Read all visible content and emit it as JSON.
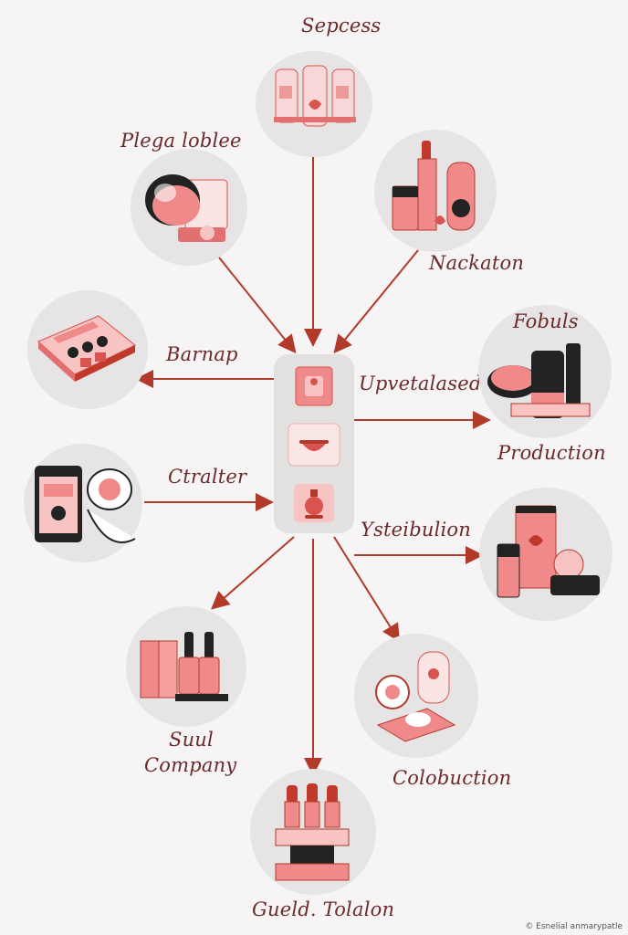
{
  "labels": {
    "top": "Sepcess",
    "upper_left": "Plega loblee",
    "upper_right": "Nackaton",
    "left_mid": "Barnap",
    "right_mid_top": "Fobuls",
    "hub_right": "Upvetalased",
    "production": "Production",
    "left_lower": "Ctralter",
    "right_lower": "Ysteibulion",
    "bottom_left_1": "Suul",
    "bottom_left_2": "Company",
    "bottom_right": "Colobuction",
    "bottom": "Gueld. Tolalon"
  },
  "footer": "© Esnelial anmarypatle",
  "icons": {
    "top": "cosmetic-jars-icon",
    "upper_left": "compact-powder-icon",
    "upper_right": "lipstick-set-icon",
    "left_mid": "eyeshadow-palette-icon",
    "right_mid": "makeup-kit-icon",
    "left_lower": "tablet-mirror-icon",
    "right_lower": "cream-tube-icon",
    "bottom_left": "nail-polish-icon",
    "bottom_right": "perfume-set-icon",
    "bottom": "lipstick-stand-icon"
  },
  "colors": {
    "accent": "#f08a8a",
    "dark_accent": "#d9534f",
    "arrow": "#b23a2a",
    "text": "#6b2a2a",
    "node_bg": "#e6e4e4"
  }
}
